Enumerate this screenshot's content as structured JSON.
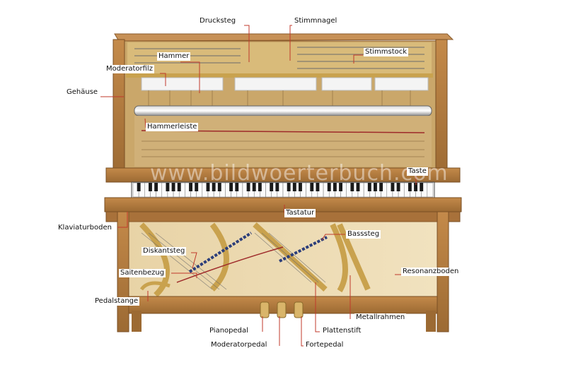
{
  "watermark": "www.bildwoerterbuch.com",
  "colors": {
    "wood": "#b07a3f",
    "wood_dark": "#8a5a2b",
    "brass": "#d9b56a",
    "leader": "#c0392b"
  },
  "labels": {
    "drucksteg": "Drucksteg",
    "stimmnagel": "Stimmnagel",
    "hammer": "Hammer",
    "stimmstock": "Stimmstock",
    "moderatorfilz": "Moderatorfilz",
    "gehaeuse": "Gehäuse",
    "hammerleiste": "Hammerleiste",
    "taste": "Taste",
    "tastatur": "Tastatur",
    "klaviaturboden": "Klaviaturboden",
    "basssteg": "Basssteg",
    "diskantsteg": "Diskantsteg",
    "saitenbezug": "Saitenbezug",
    "resonanzboden": "Resonanzboden",
    "pedalstange": "Pedalstange",
    "metallrahmen": "Metallrahmen",
    "pianopedal": "Pianopedal",
    "plattenstift": "Plattenstift",
    "moderatorpedal": "Moderatorpedal",
    "fortepedal": "Fortepedal"
  }
}
